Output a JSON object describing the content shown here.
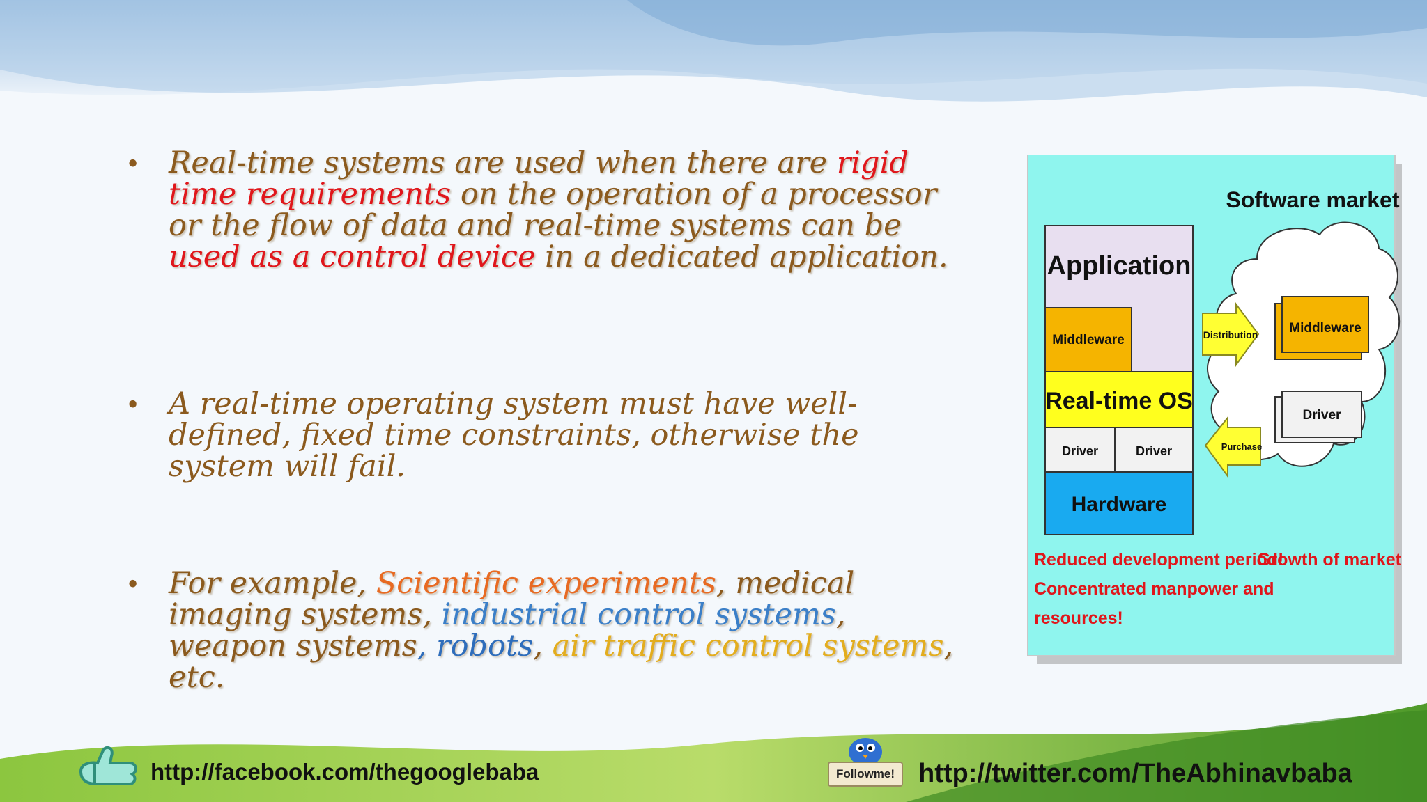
{
  "slide": {
    "bullets": [
      {
        "segments": [
          {
            "text": "Real-time systems are used when there are ",
            "style": "normal"
          },
          {
            "text": "rigid time requirements",
            "style": "red"
          },
          {
            "text": " on the operation of a processor or the flow of data and real-time systems can be ",
            "style": "normal"
          },
          {
            "text": "used as a control device",
            "style": "red"
          },
          {
            "text": " in a dedicated application.",
            "style": "normal"
          }
        ]
      },
      {
        "segments": [
          {
            "text": "A real-time operating system must have well-defined, fixed time constraints, otherwise the system will fail.",
            "style": "normal"
          }
        ]
      },
      {
        "segments": [
          {
            "text": "For example, ",
            "style": "normal"
          },
          {
            "text": "Scientific experiments",
            "style": "orange"
          },
          {
            "text": ", medical imaging systems, ",
            "style": "normal"
          },
          {
            "text": "industrial control systems",
            "style": "blue-lt"
          },
          {
            "text": ", weapon systems",
            "style": "normal"
          },
          {
            "text": ", robots",
            "style": "blue"
          },
          {
            "text": ", ",
            "style": "normal"
          },
          {
            "text": "air traffic control systems",
            "style": "gold"
          },
          {
            "text": ", etc.",
            "style": "normal"
          }
        ]
      }
    ],
    "diagram": {
      "software_market": "Software market",
      "application": "Application",
      "middleware_left": "Middleware",
      "realtime_os": "Real-time OS",
      "driver_left_1": "Driver",
      "driver_left_2": "Driver",
      "hardware": "Hardware",
      "distribution": "Distribution",
      "purchase": "Purchase",
      "middleware_right": "Middleware",
      "driver_right": "Driver",
      "caption_left_lines": [
        "Reduced development period!",
        "Concentrated manpower and",
        "resources!"
      ],
      "caption_right": "Growth of market!"
    },
    "footer": {
      "facebook_url": "http://facebook.com/thegooglebaba",
      "followme_label": "Followme!",
      "twitter_url": "http://twitter.com/TheAbhinavbaba"
    },
    "colors": {
      "text_brown": "#8b5a1e",
      "highlight_red": "#e0161b",
      "diagram_bg": "#8ff5ee",
      "middleware": "#f5b400",
      "rtos": "#ffff1e",
      "hardware": "#19aaf0"
    }
  }
}
